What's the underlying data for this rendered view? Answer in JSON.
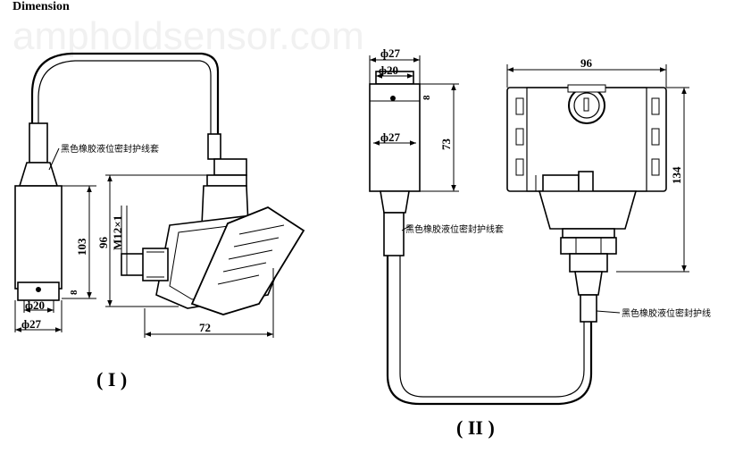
{
  "title": "Dimension",
  "watermark": "ampholdsensor.com",
  "fig1": {
    "label": "( I )",
    "sheath_note": "黑色橡胶液位密封护线套",
    "dims": {
      "d20": "ф20",
      "d27": "ф27",
      "h103": "103",
      "h96": "96",
      "thread": "M12×1",
      "w72": "72"
    }
  },
  "fig2": {
    "label": "( II )",
    "sheath_note_top": "黑色橡胶液位密封护线套",
    "sheath_note_bottom": "黑色橡胶液位密封护线",
    "dims": {
      "d27_top": "ф27",
      "d20_top": "ф20",
      "d27_mid": "ф27",
      "h73": "73",
      "w96": "96",
      "h134": "134",
      "s8a": "8",
      "s8b": "8"
    }
  }
}
